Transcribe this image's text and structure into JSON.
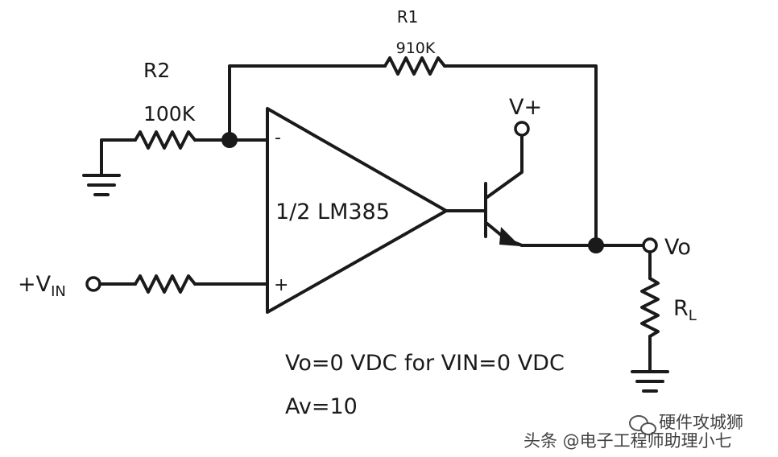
{
  "labels": {
    "r1_name": "R1",
    "r1_value": "910K",
    "r2_name": "R2",
    "r2_value": "100K",
    "inverting_sign": "-",
    "noninverting_sign": "+",
    "opamp_label": "1/2 LM385",
    "vplus_label": "V+",
    "vin_label_main": "+V",
    "vin_label_sub": "IN",
    "vo_label": "Vo",
    "rl_label_main": "R",
    "rl_label_sub": "L",
    "condition_text": "Vo=0 VDC for VIN=0 VDC",
    "gain_text": "Av=10"
  },
  "watermark": {
    "text1": "硬件攻城狮",
    "text2": "头条 @电子工程师助理小七"
  }
}
